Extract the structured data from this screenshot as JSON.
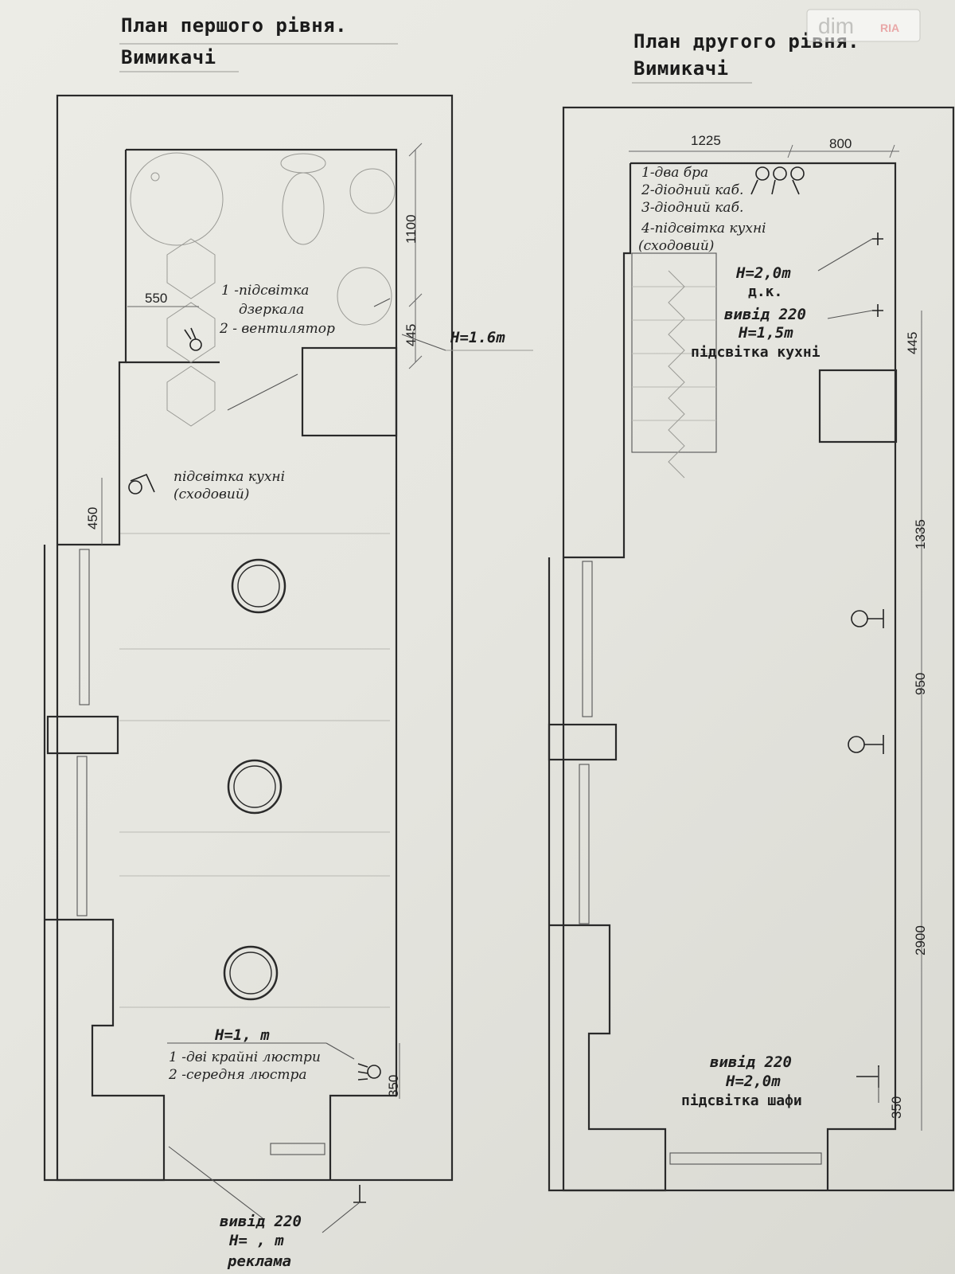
{
  "watermark": {
    "text": "dim",
    "badge": "RIA"
  },
  "level1": {
    "title": "План першого рівня.",
    "subtitle": "Вимикачі",
    "dims": {
      "d1100": "1100",
      "d550": "550",
      "d445": "445",
      "d450": "450",
      "d350": "350"
    },
    "height_mark": "H=1.6m",
    "bath_notes": [
      "1 -підсвітка",
      "дзеркала",
      "2 - вентилятор"
    ],
    "kitchen_note": [
      "підсвітка кухні",
      "(сходовий)"
    ],
    "chandelier_note": {
      "h": "H=1, m",
      "l1": "1 -дві крайні люстри",
      "l2": "2 -середня люстра"
    },
    "outlet_note": [
      "вивід 220",
      "H=  , m",
      "реклама"
    ]
  },
  "level2": {
    "title": "План другого рівня.",
    "subtitle": "Вимикачі",
    "dims": {
      "d1225": "1225",
      "d800": "800",
      "d445": "445",
      "d1335": "1335",
      "d950": "950",
      "d2900": "2900",
      "d350": "350"
    },
    "switch_list": [
      "1-два бра",
      "2-діодний каб.",
      "3-діодний каб.",
      "4-підсвітка кухні",
      "(сходовий)"
    ],
    "note_dk": [
      "H=2,0m",
      "д.к."
    ],
    "note_kitchen": [
      "вивід 220",
      "H=1,5m",
      "підсвітка кухні"
    ],
    "note_cabinet": [
      "вивід 220",
      "H=2,0m",
      "підсвітка шафи"
    ]
  },
  "colors": {
    "paper": "#e8e8e2",
    "ink": "#222222"
  }
}
